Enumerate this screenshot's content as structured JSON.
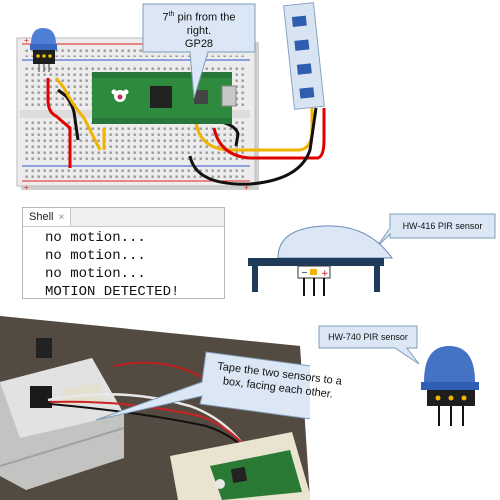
{
  "callouts": {
    "pin_note_line1_prefix": "7",
    "pin_note_line1_sup": "th",
    "pin_note_line1_suffix": " pin from the",
    "pin_note_line2": "right.",
    "pin_note_line3": "GP28",
    "tape_note_line1": "Tape the two sensors to a",
    "tape_note_line2": "box, facing each other."
  },
  "shell": {
    "tab_label": "Shell",
    "close_glyph": "×",
    "lines": [
      "no motion...",
      "no motion...",
      "no motion...",
      "MOTION DETECTED!"
    ]
  },
  "sensors": {
    "hw416_label": "HW-416 PIR sensor",
    "hw740_label": "HW-740 PIR sensor"
  },
  "colors": {
    "callout_fill": "#dbe7f5",
    "callout_stroke": "#7f9db9",
    "pico_green": "#2e8b3d",
    "sensor_blue": "#4472c4",
    "pcb_navy": "#1f3b5a",
    "wire_red": "#e00000",
    "wire_yellow": "#f0b400",
    "wire_black": "#111111"
  }
}
